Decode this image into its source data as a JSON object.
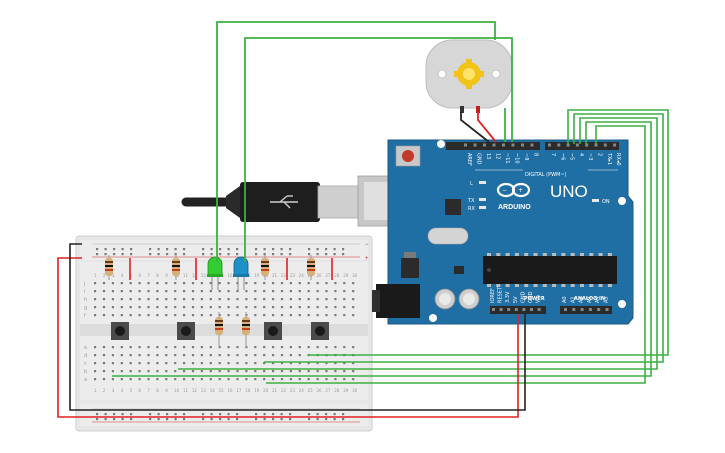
{
  "arduino": {
    "brand_text": "ARDUINO",
    "model_text": "UNO",
    "digital_label": "DIGITAL (PWM~)",
    "power_label": "POWER",
    "analog_label": "ANALOG IN",
    "on_label": "ON",
    "tx_label": "TX",
    "rx_label": "RX",
    "l_label": "L",
    "aref_label": "AREF",
    "gnd_label": "GND",
    "digital_pins": [
      "13",
      "12",
      "~11",
      "~10",
      "~9",
      "8",
      "7",
      "~6",
      "~5",
      "4",
      "~3",
      "2",
      "TX▸1",
      "RX◂0"
    ],
    "power_pins": [
      "IOREF",
      "RESET",
      "3.3V",
      "5V",
      "GND",
      "GND",
      "Vin"
    ],
    "analog_pins": [
      "A0",
      "A1",
      "A2",
      "A3",
      "A4",
      "A5"
    ]
  },
  "breadboard": {
    "row_labels_top": [
      "j",
      "i",
      "h",
      "g",
      "f"
    ],
    "row_labels_bottom": [
      "e",
      "d",
      "c",
      "b",
      "a"
    ],
    "column_numbers": [
      "1",
      "2",
      "3",
      "4",
      "5",
      "6",
      "7",
      "8",
      "9",
      "10",
      "11",
      "12",
      "13",
      "14",
      "15",
      "16",
      "17",
      "18",
      "19",
      "20",
      "21",
      "22",
      "23",
      "24",
      "25",
      "26",
      "27",
      "28",
      "29",
      "30"
    ],
    "rail_plus": "+",
    "rail_minus": "−"
  },
  "colors": {
    "wire_green": "#3cb043",
    "wire_red": "#e02020",
    "wire_black": "#222222",
    "board_blue": "#1f6fa5",
    "led_green": "#33cc33",
    "led_blue": "#1e90c8",
    "breadboard_body": "#e8e8e8"
  }
}
